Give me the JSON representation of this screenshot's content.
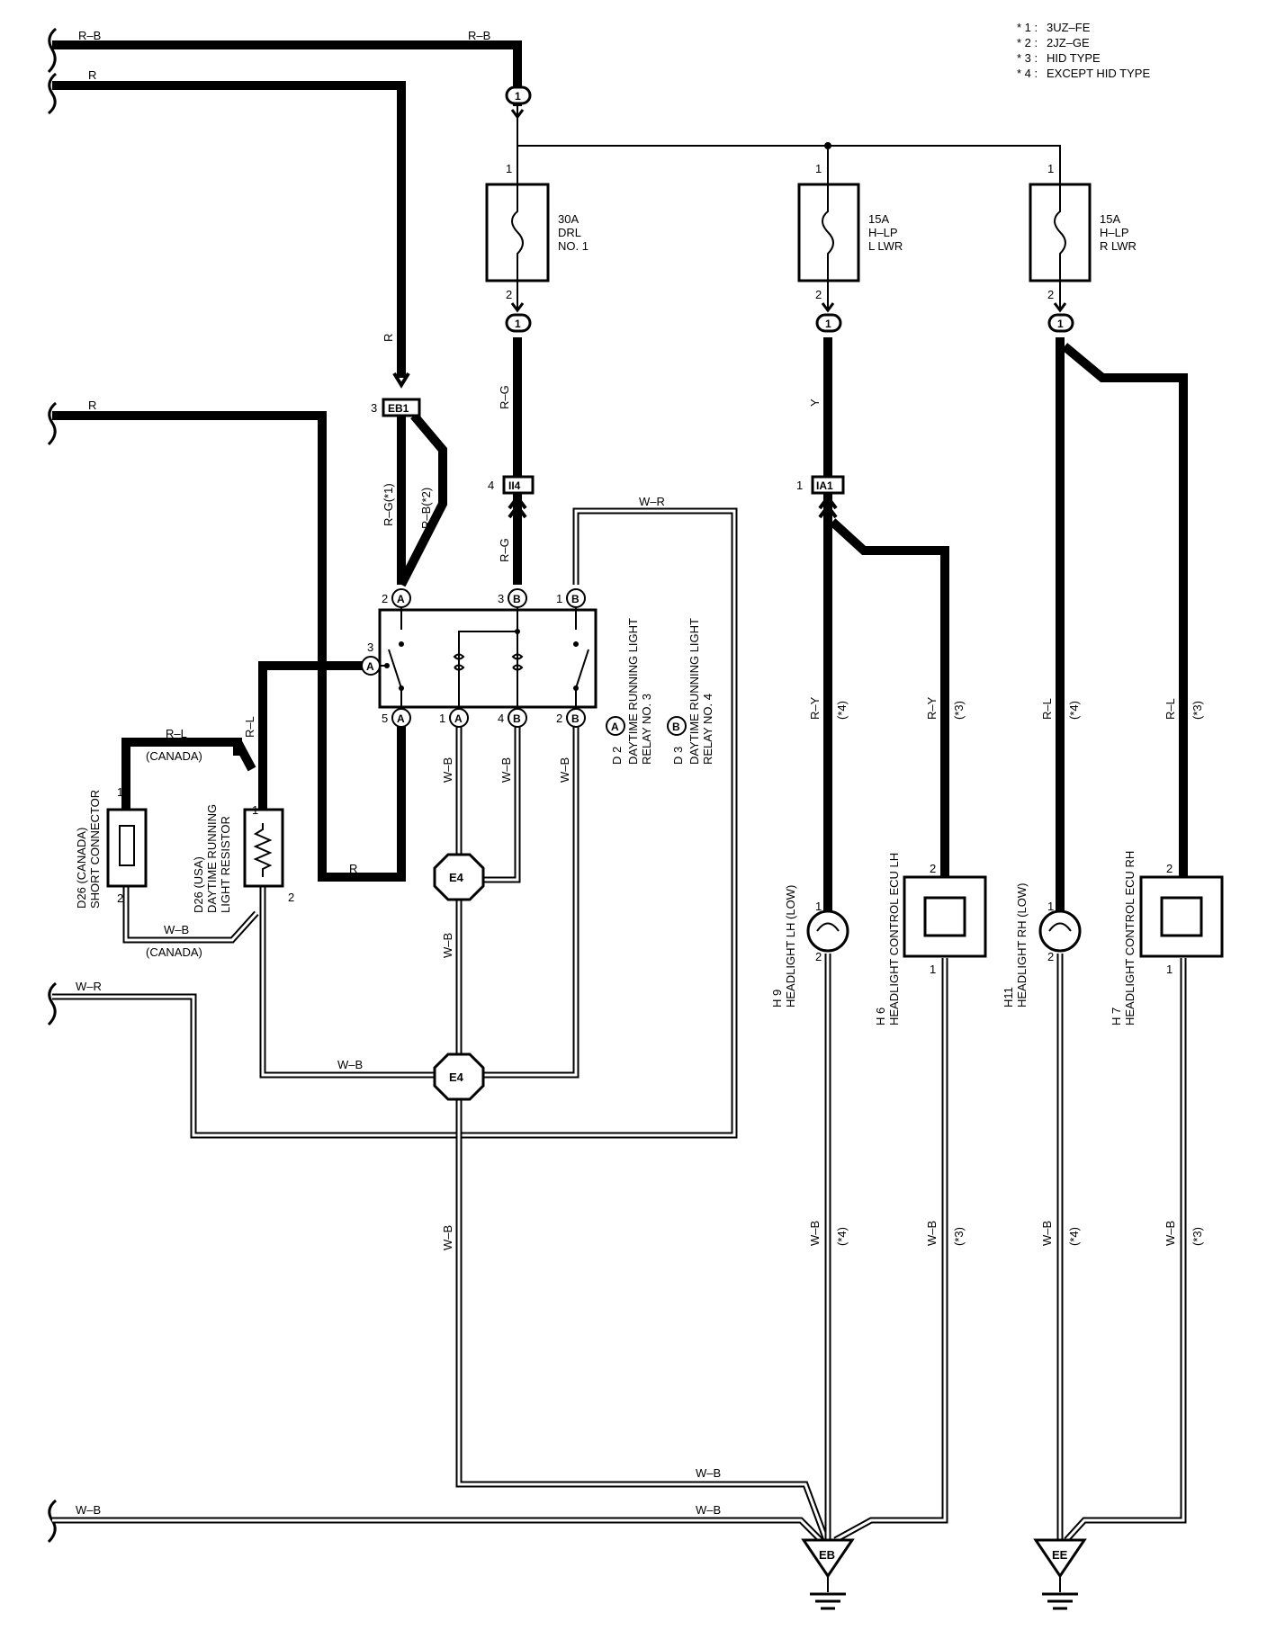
{
  "legend": [
    {
      "key": "* 1 :",
      "value": "3UZ–FE"
    },
    {
      "key": "* 2 :",
      "value": "2JZ–GE"
    },
    {
      "key": "* 3 :",
      "value": "HID TYPE"
    },
    {
      "key": "* 4 :",
      "value": "EXCEPT HID TYPE"
    }
  ],
  "wires": {
    "rb_left": "R–B",
    "rb_right": "R–B",
    "r_top": "R",
    "r_vertical": "R",
    "r_mid": "R",
    "r_bottom": "R",
    "rg_star1": "R–G(*1)",
    "rb_star2": "R–B(*2)",
    "rg_upper": "R–G",
    "rg_lower": "R–G",
    "wr_top": "W–R",
    "rl_canada": "R–L",
    "canada_upper": "(CANADA)",
    "rl_resistor": "R–L",
    "wb_canada": "W–B",
    "canada_lower": "(CANADA)",
    "wr_left": "W–R",
    "wb_e4_left": "W–B",
    "wb_relay_1": "W–B",
    "wb_relay_4": "W–B",
    "wb_relay_2": "W–B",
    "wb_e4_down": "W–B",
    "wb_lower_vertical": "W–B",
    "wb_bottom_upper": "W–B",
    "wb_bottom_left": "W–B",
    "wb_bottom_right": "W–B",
    "y": "Y",
    "ry_star4": "R–Y",
    "ry_star4_note": "(*4)",
    "ry_star3": "R–Y",
    "ry_star3_note": "(*3)",
    "rl_star4": "R–L",
    "rl_star4_note": "(*4)",
    "rl_star3": "R–L",
    "rl_star3_note": "(*3)",
    "wb_h9": "W–B",
    "wb_h9_note": "(*4)",
    "wb_h6": "W–B",
    "wb_h6_note": "(*3)",
    "wb_h11": "W–B",
    "wb_h11_note": "(*4)",
    "wb_h7": "W–B",
    "wb_h7_note": "(*3)"
  },
  "fuses": [
    {
      "rating": "30A",
      "name1": "DRL",
      "name2": "NO. 1",
      "pin_top": "1",
      "pin_bottom": "2"
    },
    {
      "rating": "15A",
      "name1": "H–LP",
      "name2": "L LWR",
      "pin_top": "1",
      "pin_bottom": "2"
    },
    {
      "rating": "15A",
      "name1": "H–LP",
      "name2": "R LWR",
      "pin_top": "1",
      "pin_bottom": "2"
    }
  ],
  "connectors": {
    "top_1": "1",
    "fuse1_out": "1",
    "fuse2_out": "1",
    "fuse3_out": "1",
    "eb1": "EB1",
    "eb1_pin": "3",
    "ii4": "II4",
    "ii4_pin": "4",
    "ia1": "IA1",
    "ia1_pin": "1",
    "e4_upper": "E4",
    "e4_lower": "E4"
  },
  "relay": {
    "pin_top_left_num": "2",
    "pin_top_left": "A",
    "pin_top_mid_num": "3",
    "pin_top_mid": "B",
    "pin_top_right_num": "1",
    "pin_top_right": "B",
    "pin_side_num": "3",
    "pin_side": "A",
    "pin_b1_num": "5",
    "pin_b1": "A",
    "pin_b2_num": "1",
    "pin_b2": "A",
    "pin_b3_num": "4",
    "pin_b3": "B",
    "pin_b4_num": "2",
    "pin_b4": "B",
    "label_a_code": "D 2",
    "label_a_mark": "A",
    "label_a_1": "DAYTIME RUNNING LIGHT",
    "label_a_2": "RELAY NO. 3",
    "label_b_code": "D 3",
    "label_b_mark": "B",
    "label_b_1": "DAYTIME RUNNING LIGHT",
    "label_b_2": "RELAY NO. 4"
  },
  "components": {
    "d26_canada_1": "D26 (CANADA)",
    "d26_canada_2": "SHORT CONNECTOR",
    "d26_usa_1": "D26 (USA)",
    "d26_usa_2": "DAYTIME RUNNING",
    "d26_usa_3": "LIGHT RESISTOR",
    "short_pin1": "1",
    "short_pin2": "2",
    "res_pin1": "1",
    "res_pin2": "2",
    "h9_code": "H 9",
    "h9_name": "HEADLIGHT LH (LOW)",
    "h9_pin1": "1",
    "h9_pin2": "2",
    "h6_code": "H 6",
    "h6_name": "HEADLIGHT CONTROL ECU LH",
    "h6_pin2": "2",
    "h6_pin1": "1",
    "h11_code": "H11",
    "h11_name": "HEADLIGHT RH (LOW)",
    "h11_pin1": "1",
    "h11_pin2": "2",
    "h7_code": "H 7",
    "h7_name": "HEADLIGHT CONTROL ECU RH",
    "h7_pin2": "2",
    "h7_pin1": "1"
  },
  "grounds": {
    "eb": "EB",
    "ee": "EE"
  }
}
